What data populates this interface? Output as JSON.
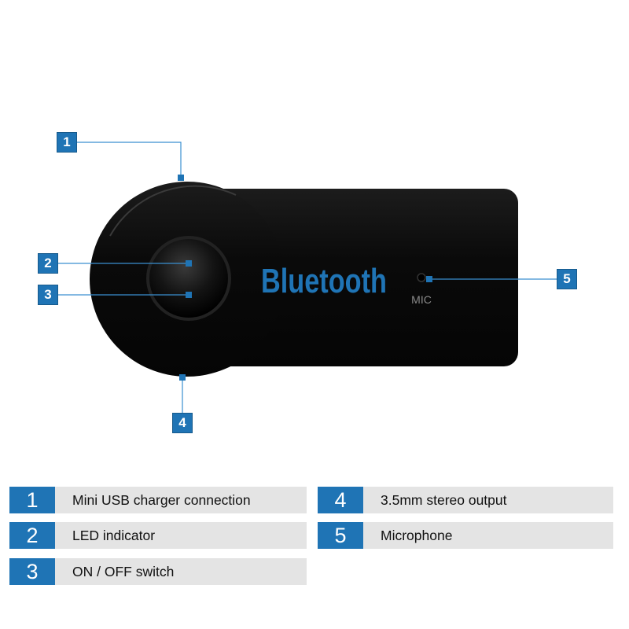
{
  "device": {
    "brand_label": "Bluetooth",
    "mic_label": "MIC",
    "colors": {
      "body": "#0b0b0b",
      "brand_text": "#1f74b5",
      "callout": "#1f74b5",
      "leader": "#3a8fd0"
    }
  },
  "callouts": [
    {
      "number": "1"
    },
    {
      "number": "2"
    },
    {
      "number": "3"
    },
    {
      "number": "4"
    },
    {
      "number": "5"
    }
  ],
  "legend": [
    {
      "number": "1",
      "label": "Mini USB charger connection"
    },
    {
      "number": "2",
      "label": "LED indicator"
    },
    {
      "number": "3",
      "label": "ON / OFF switch"
    },
    {
      "number": "4",
      "label": "3.5mm stereo output"
    },
    {
      "number": "5",
      "label": "Microphone"
    }
  ]
}
